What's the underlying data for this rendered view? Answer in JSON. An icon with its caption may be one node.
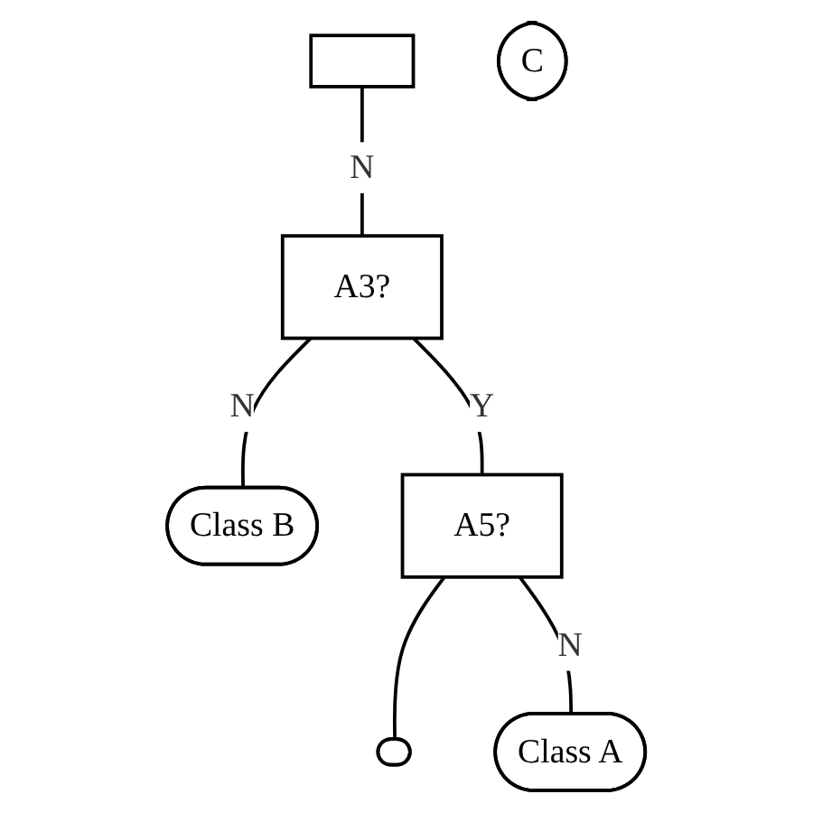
{
  "diagram": {
    "nodes": [
      {
        "text": [],
        "shape": "box"
      },
      {
        "text": [
          "A3?"
        ]
      },
      {
        "text": [
          "Class B"
        ]
      },
      {
        "text": [
          "A5?"
        ]
      },
      {
        "text": [],
        "shape": "ellipse"
      },
      {
        "text": [
          "Class A"
        ]
      },
      {
        "text": [
          "C"
        ]
      }
    ],
    "edges": [
      {
        "from": 0,
        "to": 1,
        "arrow": "none",
        "label": "N"
      },
      {
        "from": 1,
        "to": 3,
        "arrow": "none",
        "label": "Y"
      },
      {
        "from": 1,
        "to": 2,
        "arrow": "none",
        "label": "N"
      },
      {
        "from": 3,
        "to": 4,
        "arrow": "none"
      },
      {
        "from": 3,
        "to": 5,
        "arrow": "none",
        "label": "N"
      }
    ]
  }
}
